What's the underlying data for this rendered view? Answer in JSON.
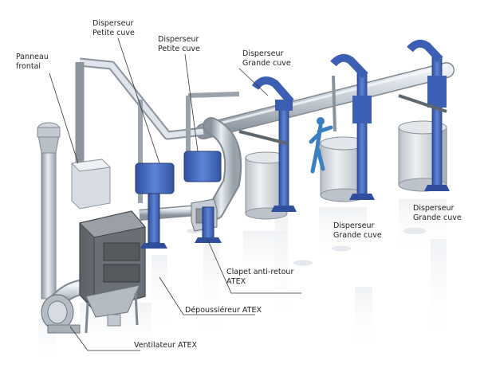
{
  "colors": {
    "background": "#ffffff",
    "steel": "#bcc4cc",
    "steel_dark": "#8d969e",
    "steel_light": "#e4e9ee",
    "blue_structure": "#4a6fc4",
    "blue_dark": "#2f4f9e",
    "cabinet": "#6f757b",
    "figure": "#3a7fc0"
  },
  "labels": {
    "panneau_frontal": [
      "Panneau",
      "frontal"
    ],
    "disperseur_petite_1": [
      "Disperseur",
      "Petite cuve"
    ],
    "disperseur_petite_2": [
      "Disperseur",
      "Petite cuve"
    ],
    "disperseur_grande_top": [
      "Disperseur",
      "Grande cuve"
    ],
    "disperseur_grande_mid": [
      "Disperseur",
      "Grande cuve"
    ],
    "disperseur_grande_right": [
      "Disperseur",
      "Grande cuve"
    ],
    "clapet": [
      "Clapet anti-retour",
      "ATEX"
    ],
    "depoussiereur": [
      "Dépoussiéreur ATEX"
    ],
    "ventilateur": [
      "Ventilateur ATEX"
    ]
  }
}
